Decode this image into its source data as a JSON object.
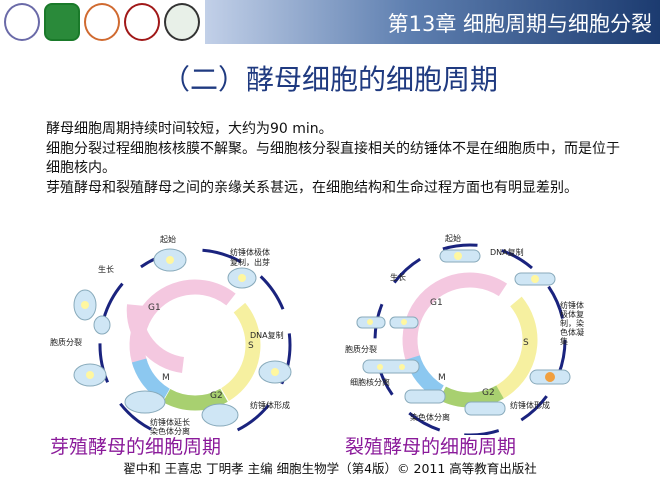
{
  "header": {
    "chapter": "第13章  细胞周期与细胞分裂"
  },
  "logos": [
    "university-logo-1",
    "university-logo-2",
    "university-logo-3",
    "university-logo-4",
    "university-logo-5"
  ],
  "title": "（二）酵母细胞的细胞周期",
  "paragraphs": [
    "酵母细胞周期持续时间较短，大约为90 min。",
    "细胞分裂过程细胞核核膜不解聚。与细胞核分裂直接相关的纺锤体不是在细胞质中，而是位于细胞核内。",
    "芽殖酵母和裂殖酵母之间的亲缘关系甚远，在细胞结构和生命过程方面也有明显差别。"
  ],
  "budding": {
    "caption": "芽殖酵母的细胞周期",
    "labels": {
      "start": "起始",
      "spb1": "纺锤体极体",
      "spb2": "复制，出芽",
      "dna": "DNA复制",
      "spindle": "纺锤体形成",
      "elong1": "纺锤体延长",
      "elong2": "染色体分离",
      "cyto": "胞质分裂",
      "growth": "生长"
    },
    "phases": {
      "g1": "G1",
      "s": "S",
      "g2": "G2",
      "m": "M"
    }
  },
  "fission": {
    "caption": "裂殖酵母的细胞周期",
    "labels": {
      "start": "起始",
      "dna": "DNA复制",
      "spb1": "纺锤体",
      "spb2": "极体复",
      "spb3": "制，染",
      "spb4": "色体凝",
      "spb5": "集",
      "spindle": "纺锤体形成",
      "chrom": "染色体分离",
      "nuc": "细胞核分离",
      "cyto": "胞质分裂",
      "growth": "生长"
    },
    "phases": {
      "g1": "G1",
      "s": "S",
      "g2": "G2",
      "m": "M"
    }
  },
  "colors": {
    "g1": "#f4c8e0",
    "s": "#f6f0a0",
    "g2": "#a8d070",
    "m": "#8cc8f0",
    "arrow": "#1a237e",
    "cell": "#cfe6f5",
    "caption": "#8a1a9a"
  },
  "footer": "翟中和 王喜忠 丁明孝 主编  细胞生物学（第4版）© 2011 高等教育出版社"
}
